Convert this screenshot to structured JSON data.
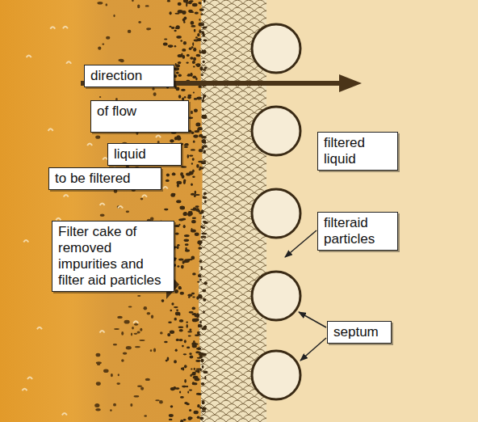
{
  "diagram": {
    "nodes": [
      {
        "text": [
          "direction"
        ]
      },
      {
        "text": [
          "of flow"
        ]
      },
      {
        "text": [
          "liquid"
        ]
      },
      {
        "text": [
          "to be filtered"
        ]
      },
      {
        "text": [
          "Filter cake of removed impurities and filter aid particles"
        ]
      },
      {
        "text": [
          "filtered liquid"
        ]
      },
      {
        "text": [
          "filteraid particles"
        ]
      },
      {
        "text": [
          "septum"
        ]
      }
    ]
  }
}
